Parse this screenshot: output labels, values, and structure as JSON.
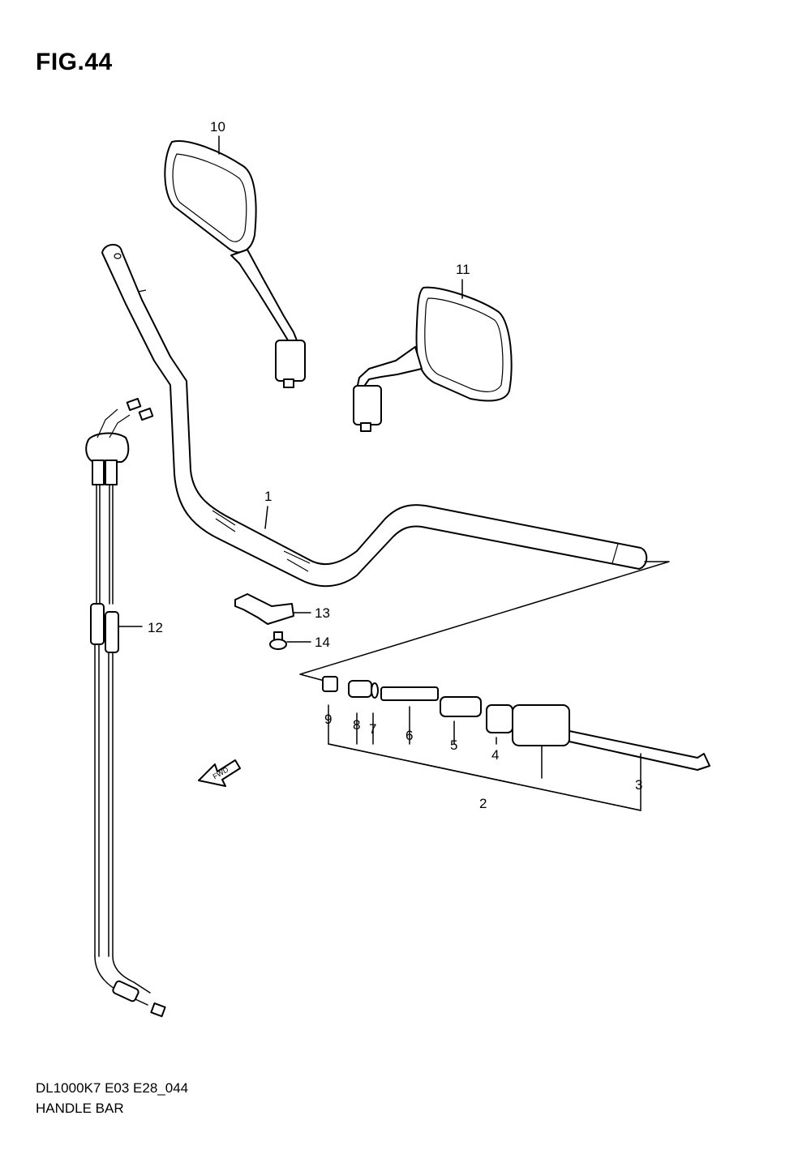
{
  "header": {
    "figure_label": "FIG.44"
  },
  "footer": {
    "model_code": "DL1000K7 E03 E28_044",
    "section_name": "HANDLE BAR"
  },
  "fwd_label": "FWD",
  "callouts": [
    {
      "id": "1",
      "label": "1"
    },
    {
      "id": "2",
      "label": "2"
    },
    {
      "id": "3",
      "label": "3"
    },
    {
      "id": "4",
      "label": "4"
    },
    {
      "id": "5",
      "label": "5"
    },
    {
      "id": "6",
      "label": "6"
    },
    {
      "id": "7",
      "label": "7"
    },
    {
      "id": "8",
      "label": "8"
    },
    {
      "id": "9",
      "label": "9"
    },
    {
      "id": "10",
      "label": "10"
    },
    {
      "id": "11",
      "label": "11"
    },
    {
      "id": "12",
      "label": "12"
    },
    {
      "id": "13",
      "label": "13"
    },
    {
      "id": "14",
      "label": "14"
    }
  ]
}
